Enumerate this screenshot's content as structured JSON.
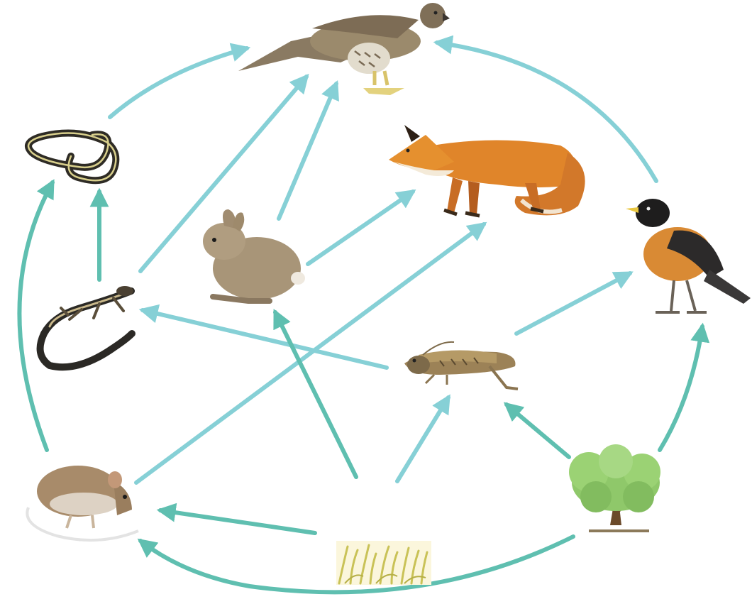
{
  "colors": {
    "arrow_light": "#86d0d6",
    "arrow_dark": "#5fbfb0",
    "background": "#ffffff"
  },
  "organisms": [
    {
      "id": "hawk",
      "icon": "hawk-icon"
    },
    {
      "id": "snake",
      "icon": "snake-icon"
    },
    {
      "id": "fox",
      "icon": "fox-icon"
    },
    {
      "id": "robin",
      "icon": "robin-icon"
    },
    {
      "id": "rabbit",
      "icon": "rabbit-icon"
    },
    {
      "id": "lizard",
      "icon": "lizard-icon"
    },
    {
      "id": "grasshopper",
      "icon": "grasshopper-icon"
    },
    {
      "id": "mouse",
      "icon": "mouse-icon"
    },
    {
      "id": "shrub",
      "icon": "shrub-icon"
    },
    {
      "id": "grass",
      "icon": "grass-icon"
    }
  ],
  "feeding_links": [
    {
      "from": "snake",
      "to": "hawk"
    },
    {
      "from": "lizard",
      "to": "hawk"
    },
    {
      "from": "rabbit",
      "to": "hawk"
    },
    {
      "from": "robin",
      "to": "hawk"
    },
    {
      "from": "rabbit",
      "to": "fox"
    },
    {
      "from": "mouse",
      "to": "fox"
    },
    {
      "from": "lizard",
      "to": "snake"
    },
    {
      "from": "mouse",
      "to": "snake"
    },
    {
      "from": "grasshopper",
      "to": "lizard"
    },
    {
      "from": "grasshopper",
      "to": "robin"
    },
    {
      "from": "shrub",
      "to": "robin"
    },
    {
      "from": "grass",
      "to": "rabbit"
    },
    {
      "from": "grass",
      "to": "grasshopper"
    },
    {
      "from": "shrub",
      "to": "grasshopper"
    },
    {
      "from": "grass",
      "to": "mouse"
    },
    {
      "from": "shrub",
      "to": "mouse"
    }
  ]
}
